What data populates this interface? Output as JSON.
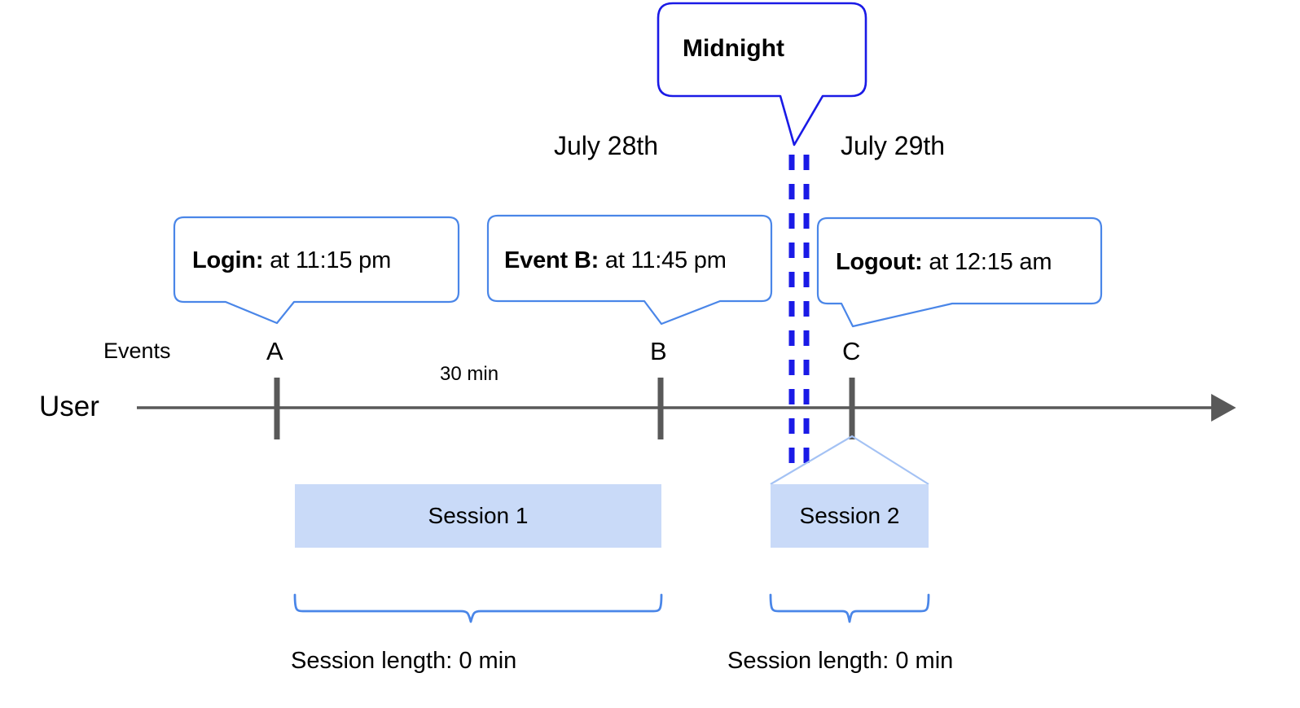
{
  "diagram": {
    "title": "User session timeline across midnight",
    "colors": {
      "callout_border": "#4a86e8",
      "midnight_border": "#1a1ae6",
      "midnight_dash": "#1a1ae6",
      "axis": "#666666",
      "tick": "#595959",
      "session_fill": "#c9daf8",
      "brace": "#4a86e8",
      "connector": "#a4c2f4",
      "text": "#000000"
    },
    "row_labels": {
      "user": "User",
      "events": "Events"
    },
    "dates": [
      {
        "label": "July 28th"
      },
      {
        "label": "July 29th"
      }
    ],
    "midnight_callout": {
      "label": "Midnight"
    },
    "callouts": [
      {
        "bold": "Login:",
        "rest": " at 11:15 pm",
        "tick": "A"
      },
      {
        "bold": "Event B:",
        "rest": " at 11:45 pm",
        "tick": "B"
      },
      {
        "bold": "Logout:",
        "rest": " at 12:15 am",
        "tick": "C"
      }
    ],
    "ticks": [
      {
        "label": "A"
      },
      {
        "label": "B"
      },
      {
        "label": "C"
      }
    ],
    "interval_label": "30 min",
    "sessions": [
      {
        "name": "Session 1",
        "length_label": "Session length: 0 min"
      },
      {
        "name": "Session 2",
        "length_label": "Session length: 0 min"
      }
    ]
  },
  "chart_data": {
    "type": "timeline",
    "title": "User session timeline across midnight",
    "axis_label": "User",
    "events_label": "Events",
    "day_boundary": "Midnight",
    "days": [
      "July 28th",
      "July 29th"
    ],
    "events": [
      {
        "id": "A",
        "name": "Login",
        "time": "11:15 pm",
        "day": "July 28th"
      },
      {
        "id": "B",
        "name": "Event B",
        "time": "11:45 pm",
        "day": "July 28th"
      },
      {
        "id": "C",
        "name": "Logout",
        "time": "12:15 am",
        "day": "July 29th"
      }
    ],
    "intervals": [
      {
        "from": "A",
        "to": "B",
        "label": "30 min"
      }
    ],
    "sessions": [
      {
        "name": "Session 1",
        "from": "A",
        "to": "B",
        "length": "0 min"
      },
      {
        "name": "Session 2",
        "from": "midnight",
        "to": "C",
        "length": "0 min"
      }
    ]
  }
}
